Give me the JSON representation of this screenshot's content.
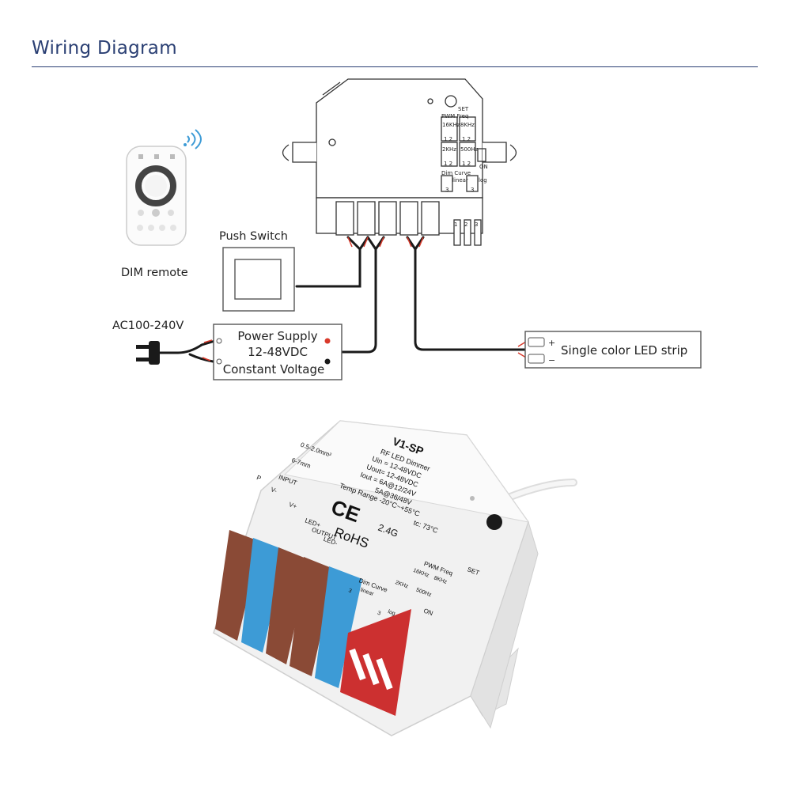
{
  "header": {
    "title": "Wiring Diagram"
  },
  "diagram": {
    "remote_label": "DIM remote",
    "push_switch_label": "Push Switch",
    "ac_label": "AC100-240V",
    "power_supply": {
      "line1": "Power Supply",
      "line2": "12-48VDC",
      "line3": "Constant Voltage"
    },
    "led_strip": {
      "label": "Single color LED strip",
      "plus": "+",
      "minus": "−"
    },
    "module": {
      "set": "SET",
      "pwm_freq": "PWM Freq",
      "f16k": "16KHz",
      "f8k": "8KHz",
      "f2k": "2KHz",
      "f500": "500Hz",
      "dip12": "1 2",
      "on": "ON",
      "dim_curve": "Dim Curve",
      "linear": "linear",
      "log": "log",
      "three": "3",
      "t1": "1",
      "t2": "2",
      "t3": "3"
    }
  },
  "product": {
    "model": "V1-SP",
    "type": "RF LED Dimmer",
    "uin": "Uin  = 12-48VDC",
    "uout": "Uout= 12-48VDC",
    "iout": "Iout = 6A@12/24V",
    "iout2": "5A@36/48V",
    "temp": "Temp Range -20°C~+55°C",
    "tc": "tc: 73°C",
    "wire_size": "0.5-2.0mm²",
    "strip_len": "6-7mm",
    "ce": "CE",
    "rohs": "RoHS",
    "ghz": "2.4G",
    "set": "SET",
    "pwm_freq": "PWM Freq",
    "f16k": "16KHz",
    "f8k": "8KHz",
    "f2k": "2KHz",
    "f500": "500Hz",
    "on": "ON",
    "dim_curve": "Dim Curve",
    "linear": "linear",
    "log": "log",
    "three": "3",
    "input": "INPUT",
    "output": "OUTPUT",
    "p": "P",
    "vminus": "V-",
    "vplus": "V+",
    "ledplus": "LED+",
    "ledminus": "LED-"
  },
  "colors": {
    "accent": "#2a3f73",
    "wire_red": "#d93a2b",
    "terminal_brown": "#8a4a36",
    "terminal_blue": "#3d9bd6"
  }
}
